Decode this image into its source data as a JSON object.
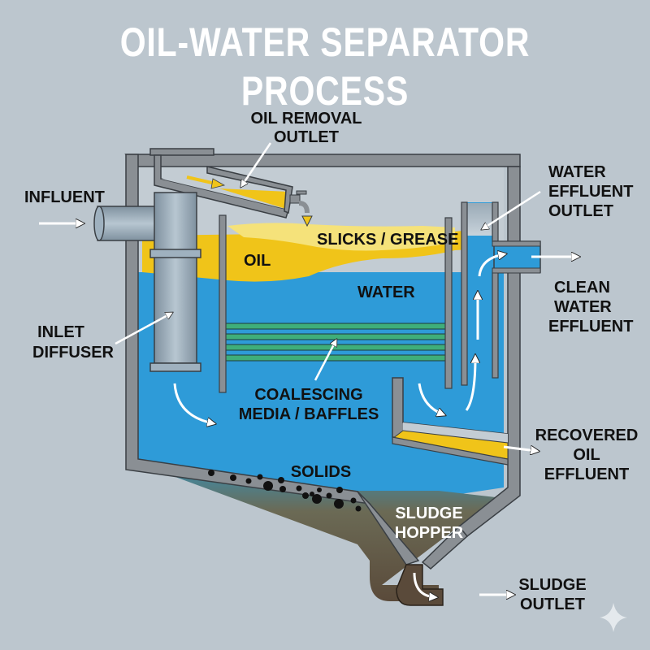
{
  "title": "OIL-WATER SEPARATOR PROCESS",
  "labels": {
    "influent": "INFLUENT",
    "oil_removal_outlet": [
      "OIL REMOVAL",
      "OUTLET"
    ],
    "water_effluent_outlet": [
      "WATER",
      "EFFLUENT",
      "OUTLET"
    ],
    "slicks_grease": "SLICKS / GREASE",
    "oil": "OIL",
    "water": "WATER",
    "clean_water_effluent": [
      "CLEAN",
      "WATER",
      "EFFLUENT"
    ],
    "inlet_diffuser": [
      "INLET",
      "DIFFUSER"
    ],
    "coalescing_media": [
      "COALESCING",
      "MEDIA / BAFFLES"
    ],
    "recovered_oil_effluent": [
      "RECOVERED",
      "OIL",
      "EFFLUENT"
    ],
    "solids": "SOLIDS",
    "sludge_hopper": [
      "SLUDGE",
      "HOPPER"
    ],
    "sludge_outlet": [
      "SLUDGE",
      "OUTLET"
    ]
  },
  "colors": {
    "background": "#bcc6ce",
    "tank_wall": "#8a8f94",
    "water": "#2e9bd8",
    "oil": "#f0c419",
    "grease": "#f5e27a",
    "media": "#3fae7a",
    "sludge": "#5e4f3e",
    "pipe": "#9fb1bf"
  }
}
